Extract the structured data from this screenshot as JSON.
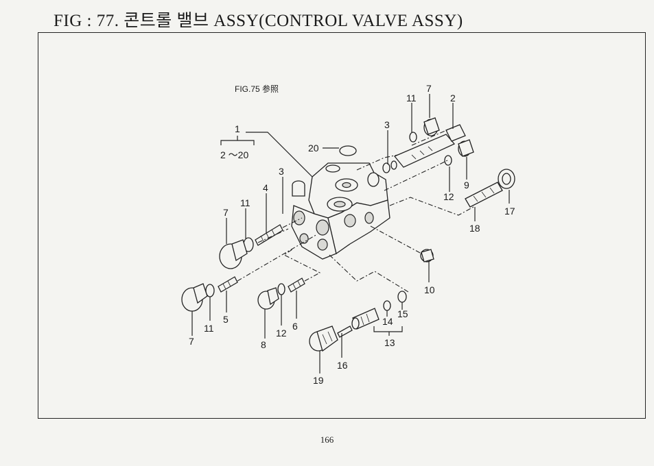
{
  "title": "FIG : 77. 콘트롤 밸브 ASSY(CONTROL VALVE ASSY)",
  "reference_note": "FIG.75 参照",
  "page_number": "166",
  "callouts": {
    "c1": "1",
    "c2_20": "2 ～20",
    "c20": "20",
    "c3_top": "3",
    "c11_top": "11",
    "c7_top": "7",
    "c2_top": "2",
    "c12_right": "12",
    "c9": "9",
    "c17": "17",
    "c18": "18",
    "c3_left": "3",
    "c4": "4",
    "c11_left": "11",
    "c7_left": "7",
    "c10": "10",
    "c5": "5",
    "c11_bottom": "11",
    "c7_bottom": "7",
    "c8": "8",
    "c12_bottom": "12",
    "c6": "6",
    "c14": "14",
    "c15": "15",
    "c13": "13",
    "c16": "16",
    "c19": "19"
  }
}
